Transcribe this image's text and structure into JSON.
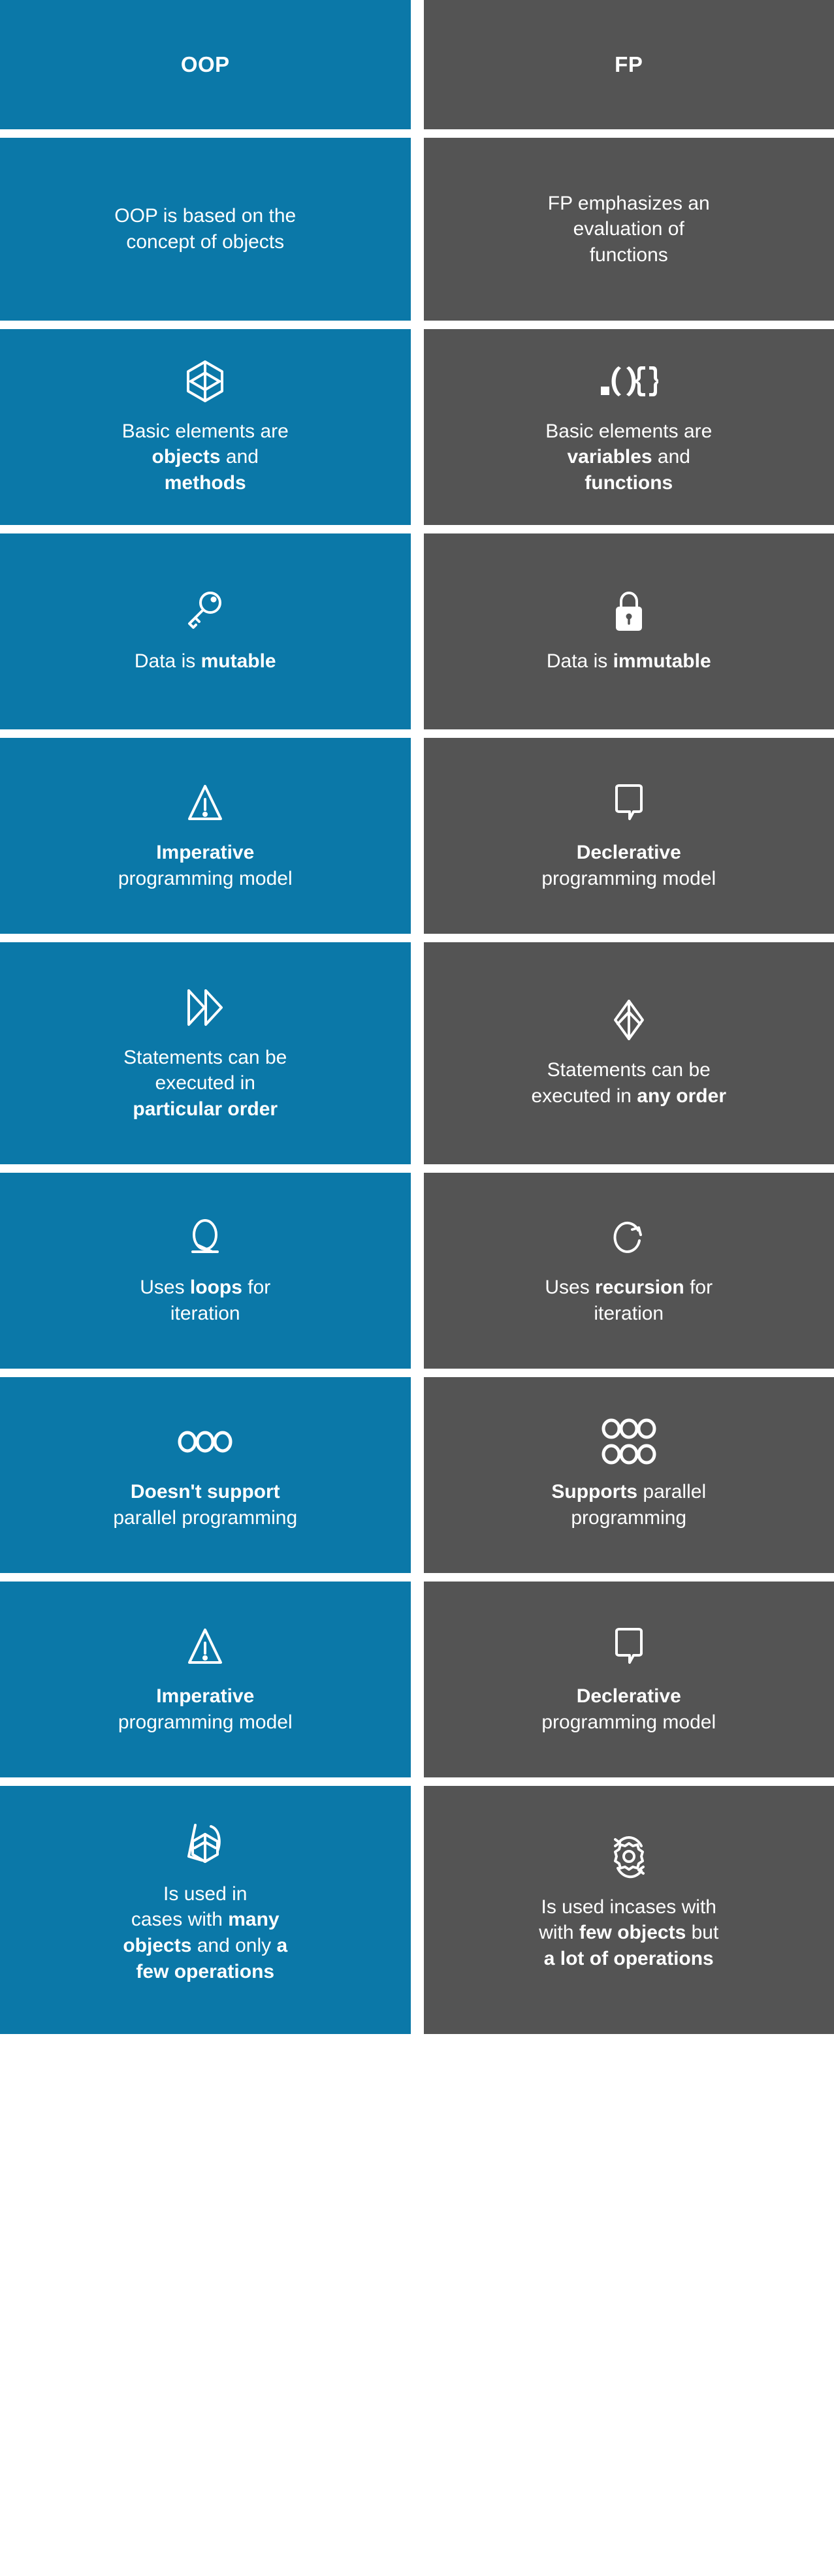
{
  "colors": {
    "oop_bg": "#0b78a8",
    "fp_bg": "#545454",
    "text": "#ffffff",
    "page_bg": "#ffffff"
  },
  "header": {
    "oop_label": "OOP",
    "fp_label": "FP"
  },
  "rows": [
    {
      "id": "definition",
      "oop": {
        "icon": null,
        "html": "OOP is based on the<br>concept of objects"
      },
      "fp": {
        "icon": null,
        "html": "FP emphasizes an<br>evaluation of<br>functions"
      }
    },
    {
      "id": "basic-elements",
      "oop": {
        "icon": "cube-icon",
        "html": "Basic elements are<br><b>objects</b> and<br><b>methods</b>"
      },
      "fp": {
        "icon": "code-brackets-icon",
        "html": "Basic elements are<br><b>variables</b> and<br><b>functions</b>"
      }
    },
    {
      "id": "mutability",
      "oop": {
        "icon": "key-icon",
        "html": "Data is <b>mutable</b>"
      },
      "fp": {
        "icon": "lock-icon",
        "html": "Data is <b>immutable</b>"
      }
    },
    {
      "id": "programming-model-1",
      "oop": {
        "icon": "warning-triangle-icon",
        "html": "<b>Imperative</b><br>programming model"
      },
      "fp": {
        "icon": "speech-bubble-icon",
        "html": "<b>Declerative</b><br>programming model"
      }
    },
    {
      "id": "statement-order",
      "oop": {
        "icon": "fast-forward-icon",
        "html": "Statements can be<br>executed in<br><b>particular order</b>"
      },
      "fp": {
        "icon": "diamond-split-icon",
        "html": "Statements can be<br>executed in <b>any order</b>"
      }
    },
    {
      "id": "iteration",
      "oop": {
        "icon": "loop-icon",
        "html": "Uses <b>loops</b> for<br>iteration"
      },
      "fp": {
        "icon": "recursion-arrow-icon",
        "html": "Uses <b>recursion</b> for<br>iteration"
      }
    },
    {
      "id": "parallel-programming",
      "oop": {
        "icon": "serial-circles-icon",
        "html": "<b>Doesn't support</b><br>parallel programming"
      },
      "fp": {
        "icon": "parallel-circles-icon",
        "html": "<b>Supports</b> parallel<br>programming"
      }
    },
    {
      "id": "programming-model-2",
      "oop": {
        "icon": "warning-triangle-icon",
        "html": "<b>Imperative</b><br>programming model"
      },
      "fp": {
        "icon": "speech-bubble-icon",
        "html": "<b>Declerative</b><br>programming model"
      }
    },
    {
      "id": "use-cases",
      "oop": {
        "icon": "multiple-cubes-icon",
        "html": "Is used in<br>cases with <b>many</b><br><b>objects</b> and only <b>a</b><br><b>few operations</b>"
      },
      "fp": {
        "icon": "gear-cycle-icon",
        "html": "Is used incases with<br>with <b>few objects</b> but<br><b>a lot of operations</b>"
      }
    }
  ]
}
